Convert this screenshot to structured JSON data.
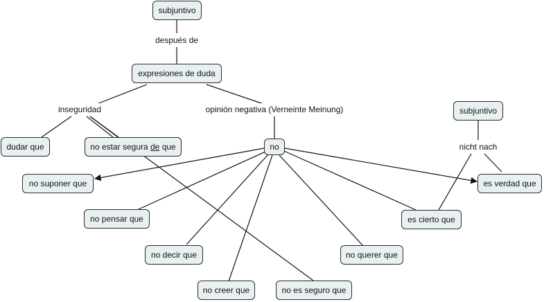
{
  "concepts": {
    "subjuntivo_top": "subjuntivo",
    "expresiones": "expresiones de duda",
    "dudar": "dudar que",
    "no_estar_pre": "no estar segura ",
    "no_estar_de": "de",
    "no_estar_post": " que",
    "no": "no",
    "no_suponer": "no suponer que",
    "no_pensar": "no pensar que",
    "no_decir": "no decir que",
    "no_creer": "no creer que",
    "no_es_seguro": "no es seguro que",
    "no_querer": "no querer que",
    "es_cierto": "es cierto que",
    "es_verdad": "es verdad que",
    "subjuntivo_right": "subjuntivo"
  },
  "links": {
    "despues_de": "después de",
    "inseguridad": "inseguridad",
    "opinion_negativa": "opinión negativa (Verneinte Meinung)",
    "nicht_nach": "nicht nach"
  },
  "colors": {
    "node_fill": "#e8f0f2",
    "node_border": "#2b2b2b",
    "line": "#111111"
  }
}
